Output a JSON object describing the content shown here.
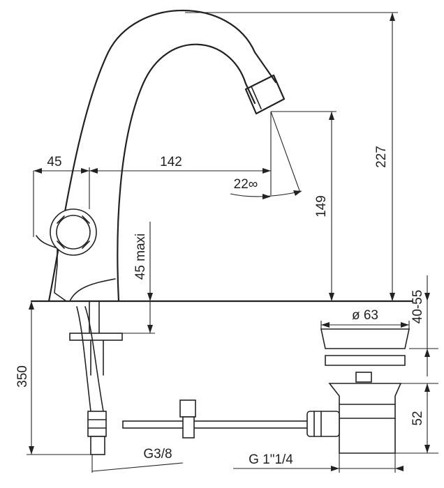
{
  "diagram": {
    "dimensions": {
      "d45": "45",
      "d142": "142",
      "angle": "22∞",
      "d149": "149",
      "d227": "227",
      "d45maxi": "45 maxi",
      "d350": "350",
      "d40_55": "40-55",
      "phi63": "ø 63",
      "d52": "52",
      "thread_hose": "G3/8",
      "thread_waste": "G 1\"1/4"
    },
    "colors": {
      "line": "#222222",
      "background": "#ffffff"
    }
  }
}
